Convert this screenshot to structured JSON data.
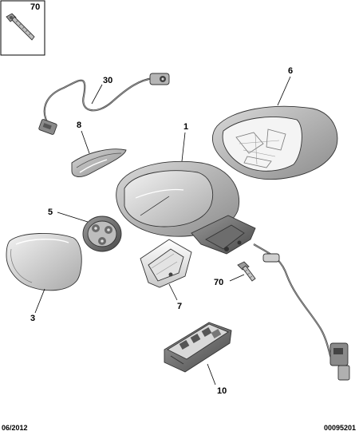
{
  "diagram": {
    "callouts": {
      "bolt_inset": "70",
      "harness": "30",
      "shell": "6",
      "repeater": "8",
      "mirror_assembly": "1",
      "actuator": "5",
      "glass": "3",
      "base_cover": "7",
      "bolt": "70",
      "switch": "10"
    }
  },
  "footer": {
    "date": "06/2012",
    "reference": "00095201"
  }
}
